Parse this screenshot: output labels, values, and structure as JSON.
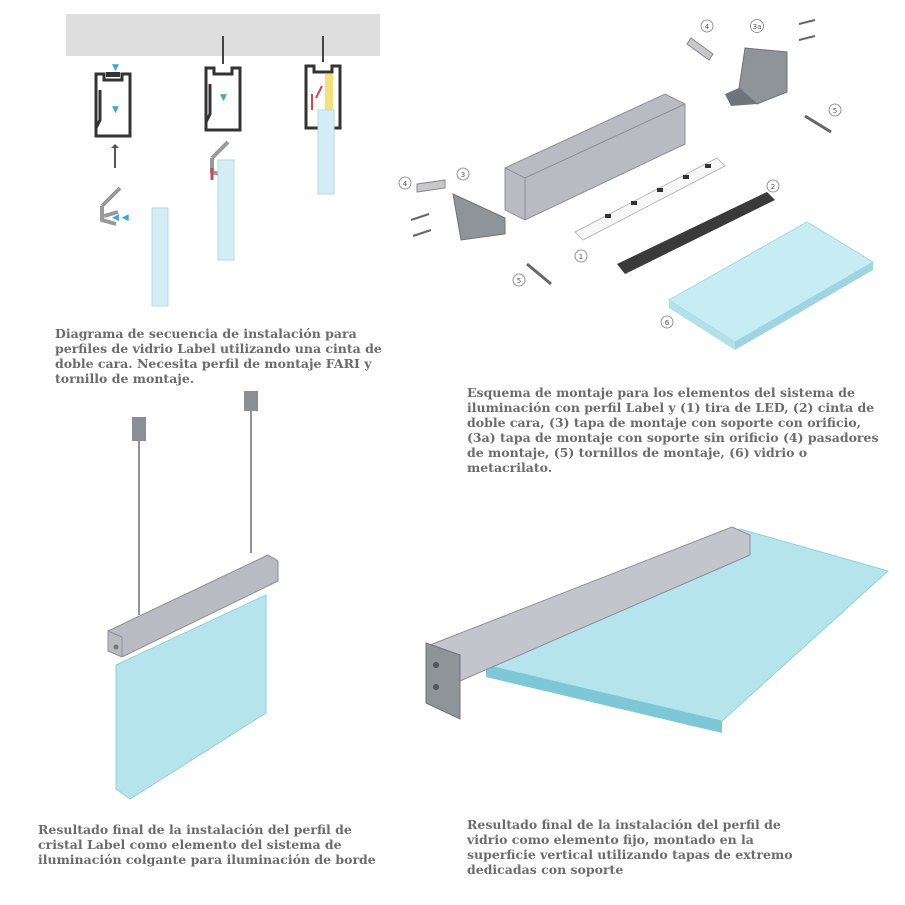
{
  "captions": {
    "top_left": "Diagrama de secuencia de instalación para perfiles de vidrio Label utilizando una cinta de doble cara. Necesita perfil de montaje FARI y tornillo de montaje.",
    "top_right": "Esquema de montaje para los elementos del sistema de iluminación con perfil Label y (1) tira de LED, (2) cinta de doble cara, (3) tapa de montaje con soporte con orificio, (3a) tapa de montaje con soporte sin orificio (4) pasadores de montaje, (5) tornillos de montaje, (6) vidrio o metacrilato.",
    "bottom_left": "Resultado final de la instalación del perfil de cristal Label como elemento del sistema de iluminación colgante para iluminación de borde",
    "bottom_right": "Resultado final de la instalación del perfil de vidrio como elemento fijo, montado en la superficie vertical utilizando tapas de extremo dedicadas con soporte"
  },
  "part_labels": {
    "p1": "1",
    "p2": "2",
    "p3": "3",
    "p3a": "3a",
    "p4": "4",
    "p4b": "4",
    "p5": "5",
    "p5b": "5",
    "p6": "6"
  },
  "colors": {
    "profile": "#b8bcc2",
    "profile_dark": "#8a8f96",
    "glass": "#aee0ea",
    "arrow": "#3aa7d6",
    "ceiling": "#dedede"
  }
}
